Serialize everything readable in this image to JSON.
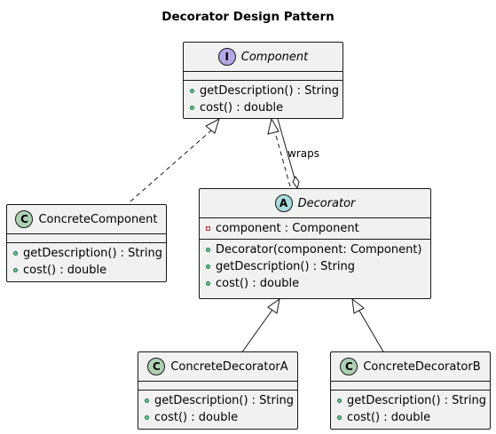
{
  "title": "Decorator Design Pattern",
  "classes": {
    "component": {
      "badge": "I",
      "name": "Component",
      "fields": [],
      "methods": [
        "getDescription() : String",
        "cost() : double"
      ]
    },
    "concrete_component": {
      "badge": "C",
      "name": "ConcreteComponent",
      "fields": [],
      "methods": [
        "getDescription() : String",
        "cost() : double"
      ]
    },
    "decorator": {
      "badge": "A",
      "name": "Decorator",
      "fields": [
        "component : Component"
      ],
      "methods": [
        "Decorator(component: Component)",
        "getDescription() : String",
        "cost() : double"
      ]
    },
    "concrete_decorator_a": {
      "badge": "C",
      "name": "ConcreteDecoratorA",
      "fields": [],
      "methods": [
        "getDescription() : String",
        "cost() : double"
      ]
    },
    "concrete_decorator_b": {
      "badge": "C",
      "name": "ConcreteDecoratorB",
      "fields": [],
      "methods": [
        "getDescription() : String",
        "cost() : double"
      ]
    }
  },
  "relations": {
    "wraps_label": "wraps"
  },
  "colors": {
    "class_fill": "#f1f1f1",
    "border": "#181818",
    "class_badge": "#add1b2",
    "interface_badge": "#b4a7e5",
    "abstract_badge": "#a9dcdf"
  }
}
